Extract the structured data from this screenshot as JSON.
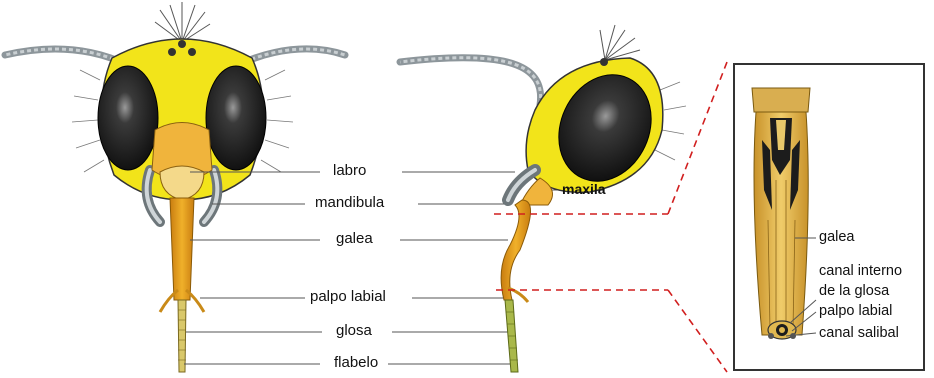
{
  "labels": {
    "center": [
      "labro",
      "mandibula",
      "galea",
      "palpo labial",
      "glosa",
      "flabelo"
    ],
    "maxila": "maxila",
    "inset": [
      "galea",
      "canal interno",
      "de la glosa",
      "palpo labial",
      "canal salibal"
    ]
  },
  "colors": {
    "head_yellow": "#f2e41a",
    "eye": "#1c1c1c",
    "labrum": "#f0b43c",
    "proboscis": "#e29a1a",
    "mandible": "#9aa2a6",
    "inset_fill": "#e4b84a",
    "inset_border": "#333333",
    "dashed_line": "#d11f1f",
    "leader_line": "#555555"
  }
}
